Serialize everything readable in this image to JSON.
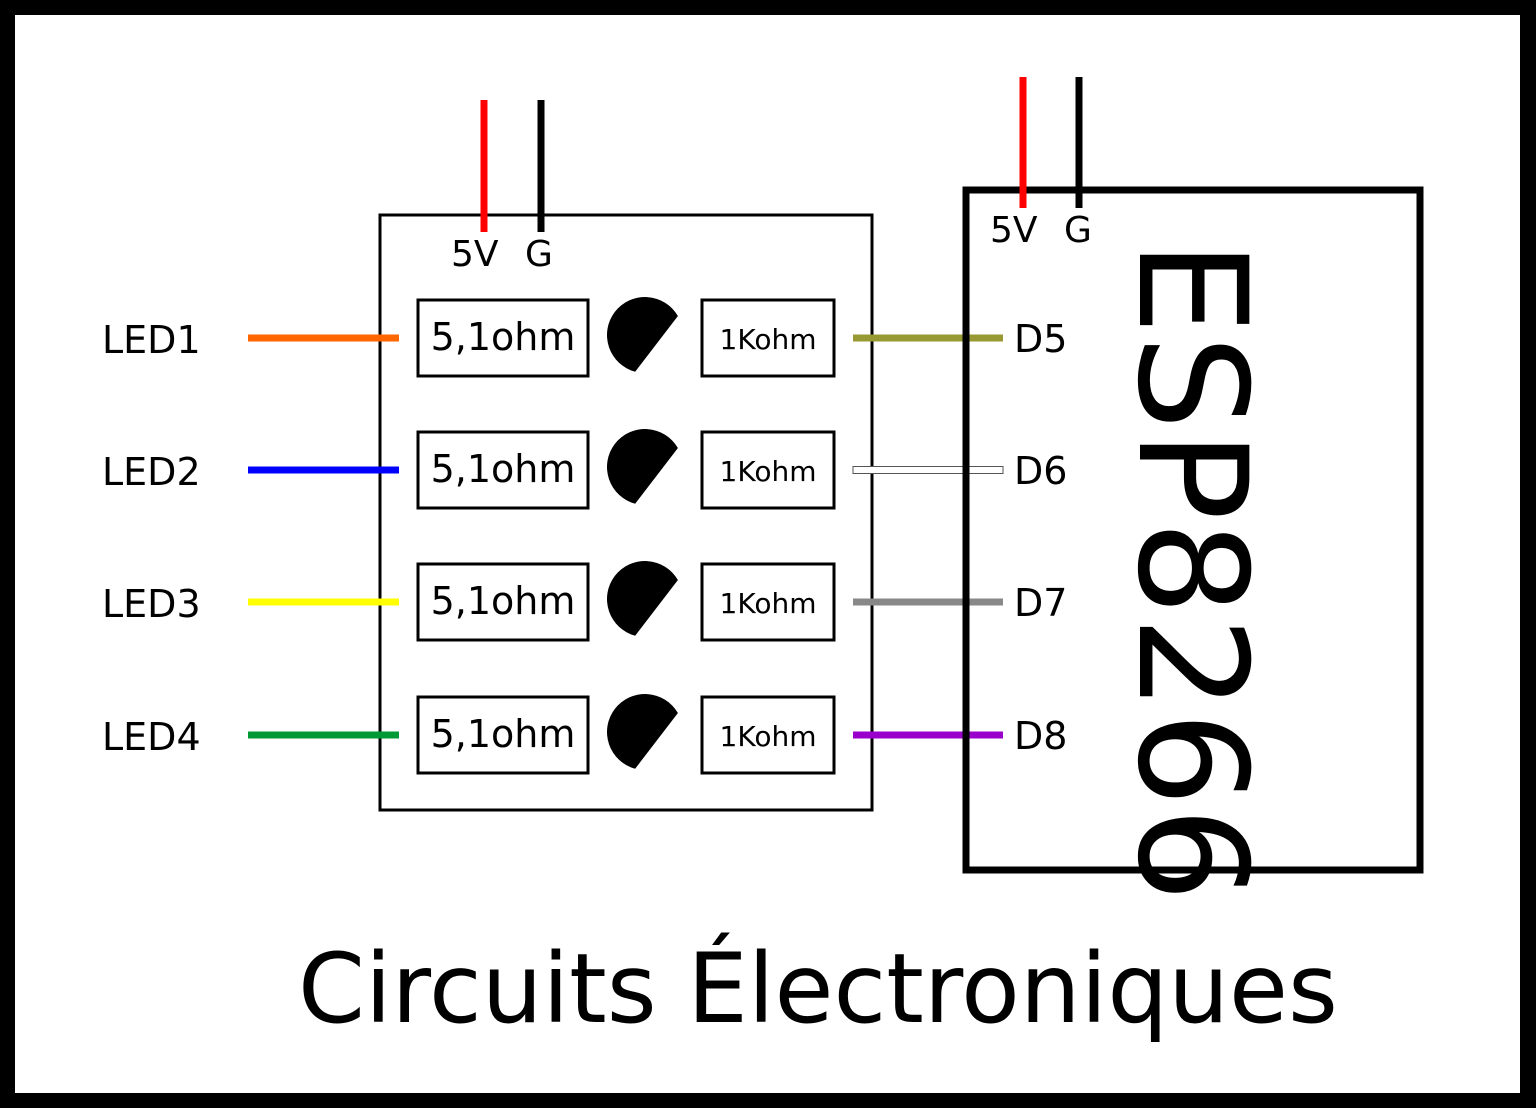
{
  "title": "Circuits Électroniques",
  "colors": {
    "frame": "#000000",
    "background": "#ffffff",
    "power_5v": "#ff0000",
    "ground": "#000000"
  },
  "driver_board": {
    "power_labels": {
      "v5": "5V",
      "gnd": "G"
    },
    "channels": [
      {
        "led_label": "LED1",
        "led_wire_color": "#ff6600",
        "resistor_low": "5,1ohm",
        "transistor": "transistor-icon",
        "resistor_high": "1Kohm",
        "pin_wire_color": "#999933",
        "pin_wire_style": "solid",
        "pin_label": "D5"
      },
      {
        "led_label": "LED2",
        "led_wire_color": "#0000ff",
        "resistor_low": "5,1ohm",
        "transistor": "transistor-icon",
        "resistor_high": "1Kohm",
        "pin_wire_color": "#ffffff",
        "pin_wire_style": "outlined",
        "pin_label": "D6"
      },
      {
        "led_label": "LED3",
        "led_wire_color": "#ffff00",
        "resistor_low": "5,1ohm",
        "transistor": "transistor-icon",
        "resistor_high": "1Kohm",
        "pin_wire_color": "#888888",
        "pin_wire_style": "solid",
        "pin_label": "D7"
      },
      {
        "led_label": "LED4",
        "led_wire_color": "#009933",
        "resistor_low": "5,1ohm",
        "transistor": "transistor-icon",
        "resistor_high": "1Kohm",
        "pin_wire_color": "#9900cc",
        "pin_wire_style": "solid",
        "pin_label": "D8"
      }
    ]
  },
  "esp": {
    "name": "ESP8266",
    "power_labels": {
      "v5": "5V",
      "gnd": "G"
    }
  }
}
